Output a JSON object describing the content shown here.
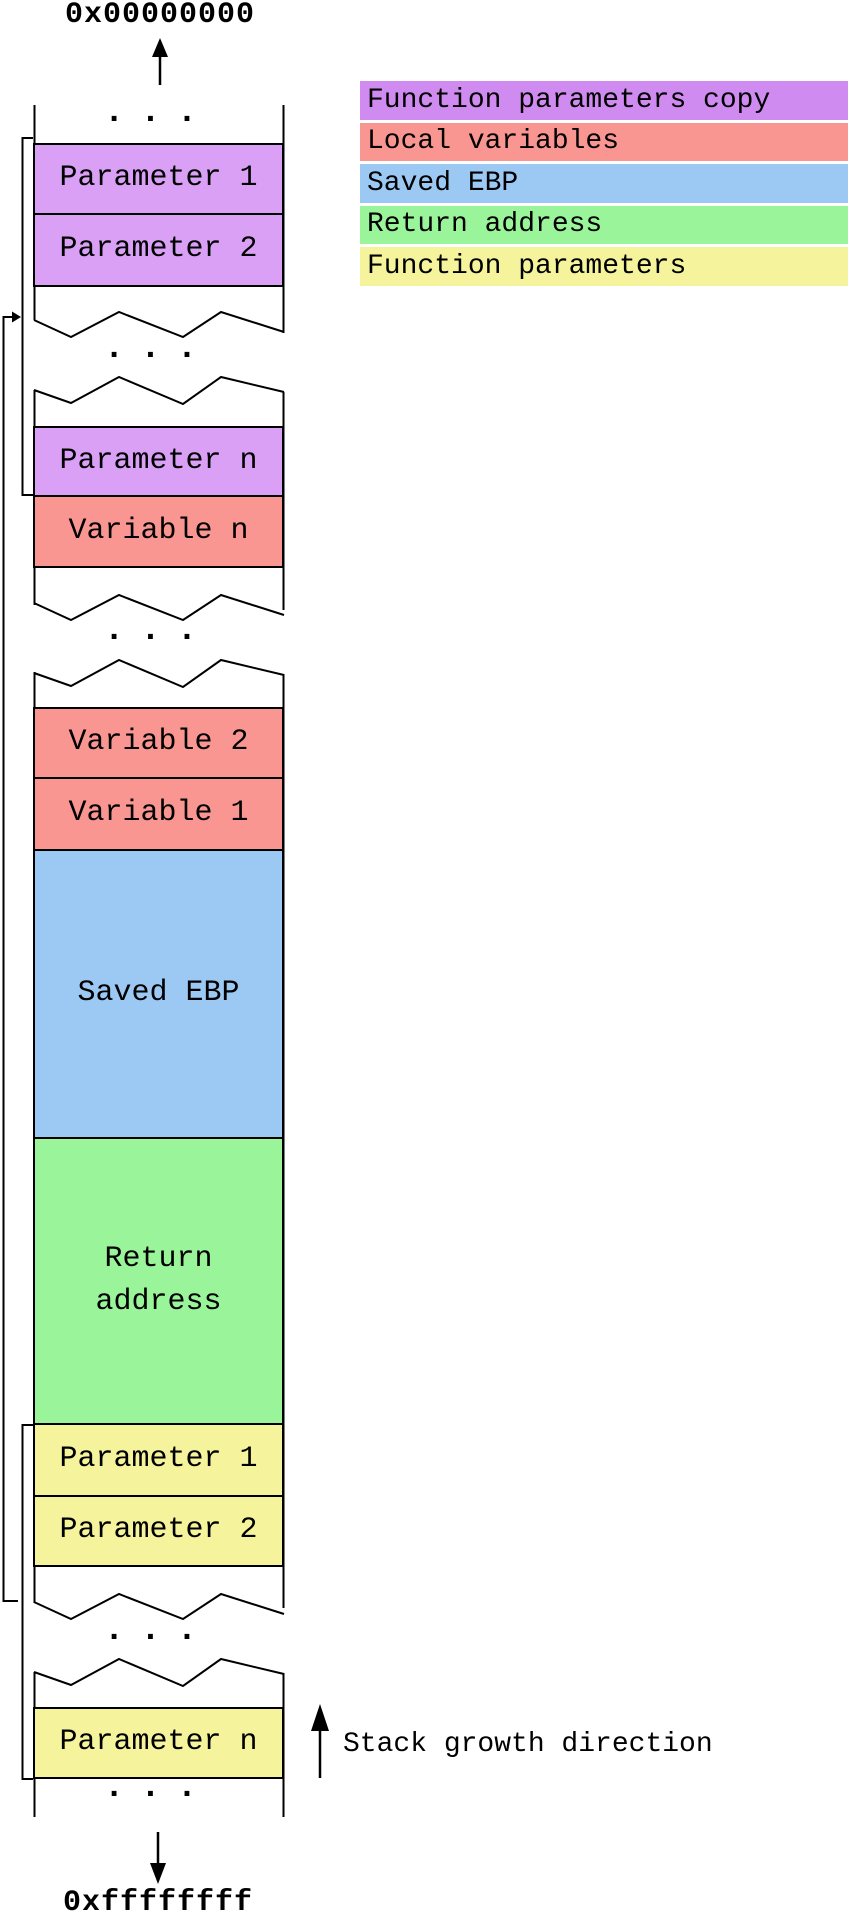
{
  "addresses": {
    "top": "0x00000000",
    "bottom": "0xffffffff"
  },
  "legend": {
    "items": [
      {
        "label": "Function parameters copy",
        "color": "#cf8bef"
      },
      {
        "label": "Local variables",
        "color": "#fa9691"
      },
      {
        "label": "Saved EBP",
        "color": "#9cc9f4"
      },
      {
        "label": "Return address",
        "color": "#9af59a"
      },
      {
        "label": "Function parameters",
        "color": "#f5f49c"
      }
    ]
  },
  "stack": {
    "ellipsis": "...",
    "boxes": [
      {
        "label": "Parameter 1",
        "group": "function-parameters-copy",
        "color": "#d9a0f6"
      },
      {
        "label": "Parameter 2",
        "group": "function-parameters-copy",
        "color": "#d9a0f6"
      },
      {
        "label": "Parameter n",
        "group": "function-parameters-copy",
        "color": "#d9a0f6"
      },
      {
        "label": "Variable n",
        "group": "local-variables",
        "color": "#fa9691"
      },
      {
        "label": "Variable 2",
        "group": "local-variables",
        "color": "#fa9691"
      },
      {
        "label": "Variable 1",
        "group": "local-variables",
        "color": "#fa9691"
      },
      {
        "label": "Saved EBP",
        "group": "saved-ebp",
        "color": "#9cc9f4"
      },
      {
        "label": "Return address",
        "group": "return-address",
        "color": "#9af59a"
      },
      {
        "label": "Parameter 1",
        "group": "function-parameters",
        "color": "#f5f49c"
      },
      {
        "label": "Parameter 2",
        "group": "function-parameters",
        "color": "#f5f49c"
      },
      {
        "label": "Parameter n",
        "group": "function-parameters",
        "color": "#f5f49c"
      }
    ]
  },
  "annotations": {
    "stack_growth": "Stack growth direction"
  }
}
